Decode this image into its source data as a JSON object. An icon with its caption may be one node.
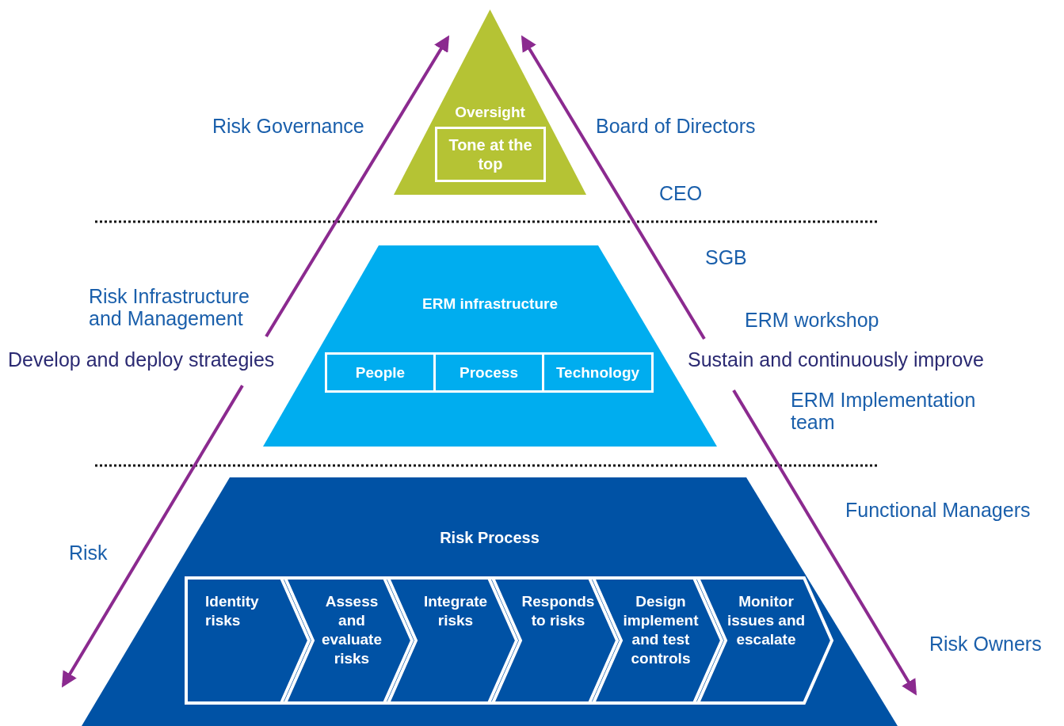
{
  "diagram": {
    "nodes": [
      {
        "text": [
          "Oversight"
        ]
      },
      {
        "text": [
          "Tone at the top"
        ],
        "in": 0
      },
      {
        "text": [
          "ERM infrastructure"
        ]
      },
      {
        "text": [
          "People"
        ],
        "in": 2
      },
      {
        "text": [
          "Process"
        ],
        "in": 2
      },
      {
        "text": [
          "Technology"
        ],
        "in": 2
      },
      {
        "text": [
          "Risk Process"
        ]
      },
      {
        "text": [
          "Identity risks"
        ],
        "in": 6
      },
      {
        "text": [
          "Assess and evaluate risks"
        ],
        "in": 6
      },
      {
        "text": [
          "Integrate risks"
        ],
        "in": 6
      },
      {
        "text": [
          "Responds to risks"
        ],
        "in": 6
      },
      {
        "text": [
          "Design implement and test controls"
        ],
        "in": 6
      },
      {
        "text": [
          "Monitor issues and escalate"
        ],
        "in": 6
      }
    ],
    "labels": [
      "Risk Governance",
      "Board of Directors",
      "CEO",
      "SGB",
      "Risk Infrastructure and Management",
      "ERM workshop",
      "Develop and deploy strategies",
      "Sustain and continuously improve",
      "ERM Implementation team",
      "Functional Managers",
      "Risk",
      "Risk Owners"
    ]
  }
}
